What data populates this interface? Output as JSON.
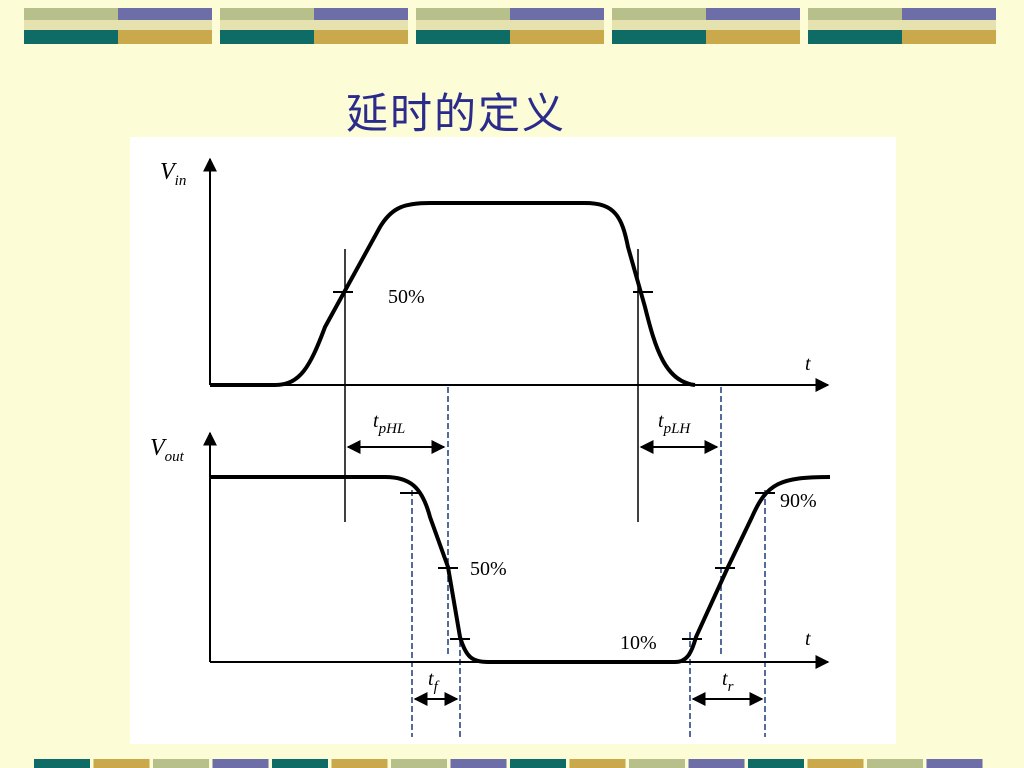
{
  "slide": {
    "title": "延时的定义",
    "colors": {
      "background": "#fcfcd6",
      "title": "#2b2b8c",
      "band_teal": "#0f6b65",
      "band_gold": "#c9a94c",
      "band_purple": "#6d6da8",
      "band_sage": "#b7bf8a",
      "band_light": "#e6e2b0"
    }
  },
  "diagram": {
    "vin_axis": {
      "symbol": "V",
      "sub": "in"
    },
    "vout_axis": {
      "symbol": "V",
      "sub": "out"
    },
    "time_axis": "t",
    "labels": {
      "in_50": "50%",
      "out_50": "50%",
      "out_90": "90%",
      "out_10": "10%"
    },
    "intervals": {
      "tphl": {
        "symbol": "t",
        "sub": "pHL"
      },
      "tplh": {
        "symbol": "t",
        "sub": "pLH"
      },
      "tf": {
        "symbol": "t",
        "sub": "f"
      },
      "tr": {
        "symbol": "t",
        "sub": "r"
      }
    }
  }
}
